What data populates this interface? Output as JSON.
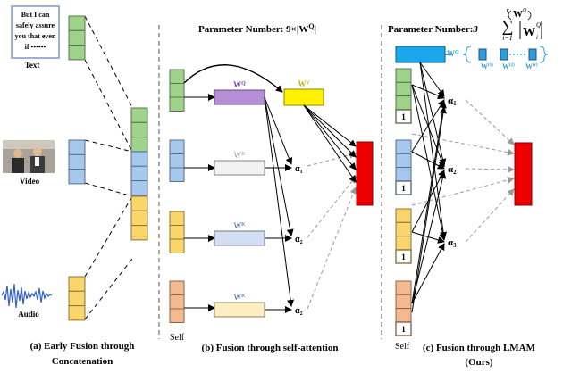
{
  "panel_a": {
    "text_box": [
      "But I can",
      "safely assure",
      "you that even",
      "if ••••••"
    ],
    "text_label": "Text",
    "video_label": "Video",
    "audio_label": "Audio",
    "caption": [
      "(a) Early Fusion through",
      "Concatenation"
    ]
  },
  "panel_b": {
    "param": "Parameter Number:  9×|W",
    "param_sup": "Q",
    "param_close": "|",
    "wq": "W",
    "wq_sup": "Q",
    "wv": "W",
    "wv_sup": "V",
    "wk1": "W",
    "wk1_sup": "K",
    "wk2": "W",
    "wk2_sup": "K",
    "wk3": "W",
    "wk3_sup": "K",
    "alpha": "α",
    "alpha1_sub": "1",
    "alpha2_sub": "2",
    "alpha3_sub": "2",
    "self_label": "Self",
    "caption": "(b) Fusion through self-attention"
  },
  "panel_c": {
    "param": "Parameter Number:",
    "param_num": "3",
    "sum_top": "r",
    "sum_bottom": "i=1",
    "wq": "W",
    "wq_sup": "Q",
    "w1": "W",
    "w1_sup": "(1)",
    "w2": "W",
    "w2_sup": "(2)",
    "wr": "W",
    "wr_sup": "(r)",
    "ones": [
      "1",
      "1",
      "1",
      "1"
    ],
    "alpha": "α",
    "alpha1_sub": "1",
    "alpha2_sub": "2",
    "alpha3_sub": "3",
    "self_label": "Self",
    "caption": [
      "(c) Fusion through LMAM",
      "(Ours)"
    ]
  },
  "colors": {
    "text": "#9fd28a",
    "video": "#a6c8ec",
    "audio": "#f8d66b",
    "self": "#f5b98f",
    "wq": "#b68ed8",
    "wv": "#fff200",
    "wk1": "#f2f2f2",
    "wk2": "#d3def5",
    "wk3": "#fdeec2",
    "out": "#ee0000",
    "lmam_wq": "#1aa7ec",
    "basis": "#2f9de0"
  }
}
